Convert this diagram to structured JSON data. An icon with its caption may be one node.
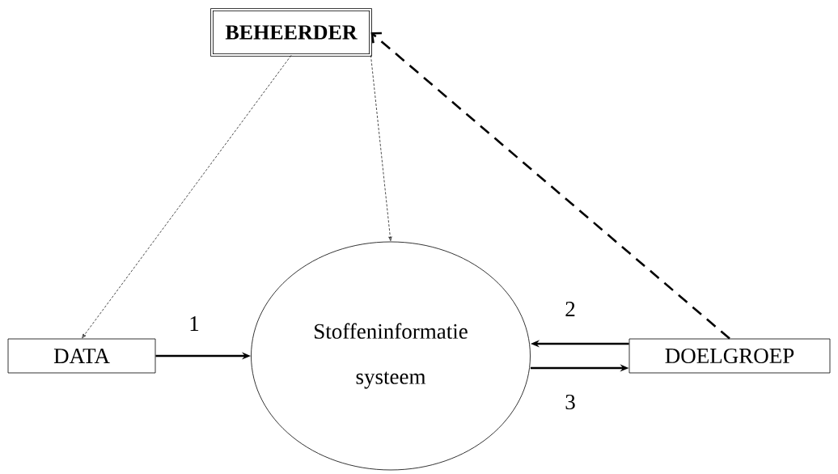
{
  "diagram": {
    "nodes": [
      {
        "text": [
          "BEHEERDER"
        ]
      },
      {
        "text": [
          "DATA"
        ]
      },
      {
        "text": [
          "Stoffeninformatie systeem"
        ]
      },
      {
        "text": [
          "DOELGROEP"
        ]
      }
    ],
    "edges": [
      {
        "from": 0,
        "to": 1,
        "arrow": "to",
        "style": "dashed"
      },
      {
        "from": 0,
        "to": 2,
        "arrow": "to",
        "style": "dashed"
      },
      {
        "from": 3,
        "to": 0,
        "arrow": "to",
        "style": "dashed"
      },
      {
        "from": 1,
        "to": 2,
        "arrow": "to",
        "label": "1"
      },
      {
        "from": 3,
        "to": 2,
        "arrow": "to",
        "label": "2"
      },
      {
        "from": 2,
        "to": 3,
        "arrow": "to",
        "label": "3"
      }
    ]
  }
}
